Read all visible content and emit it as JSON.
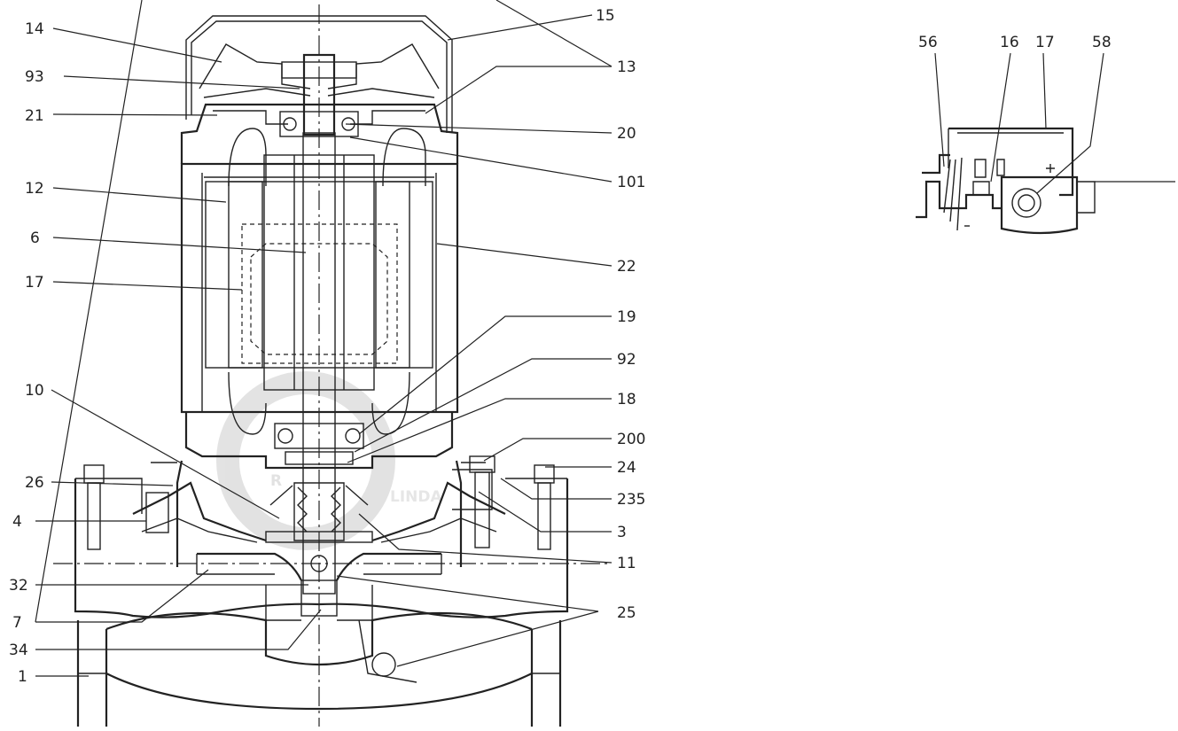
{
  "watermark": "LINDA",
  "main_labels": {
    "left": [
      "14",
      "93",
      "21",
      "12",
      "6",
      "17",
      "10",
      "26",
      "4",
      "32",
      "7",
      "34",
      "1"
    ],
    "right": [
      "15",
      "13",
      "20",
      "101",
      "22",
      "19",
      "92",
      "18",
      "200",
      "24",
      "235",
      "3",
      "11",
      "25"
    ]
  },
  "detail_labels": [
    "56",
    "16",
    "17",
    "58"
  ]
}
